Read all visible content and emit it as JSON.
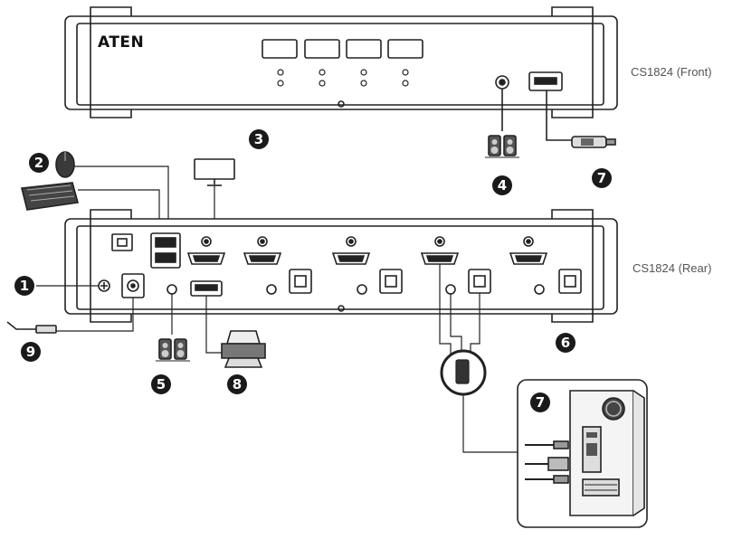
{
  "brand": "ATEN",
  "front_label": "CS1824 (Front)",
  "rear_label": "CS1824 (Rear)",
  "callouts": [
    "1",
    "2",
    "3",
    "4",
    "5",
    "6",
    "7",
    "7",
    "8",
    "9"
  ],
  "colors": {
    "outline": "#222222",
    "body": "#ffffff",
    "badge": "#1a1a1a",
    "label": "#555555"
  },
  "icons": [
    "mouse-icon",
    "keyboard-icon",
    "monitor-icon",
    "speakers-icon",
    "usb-flash-drive-icon",
    "printer-icon",
    "power-adapter-icon",
    "computer-tower-icon",
    "cable-bundle-icon"
  ]
}
